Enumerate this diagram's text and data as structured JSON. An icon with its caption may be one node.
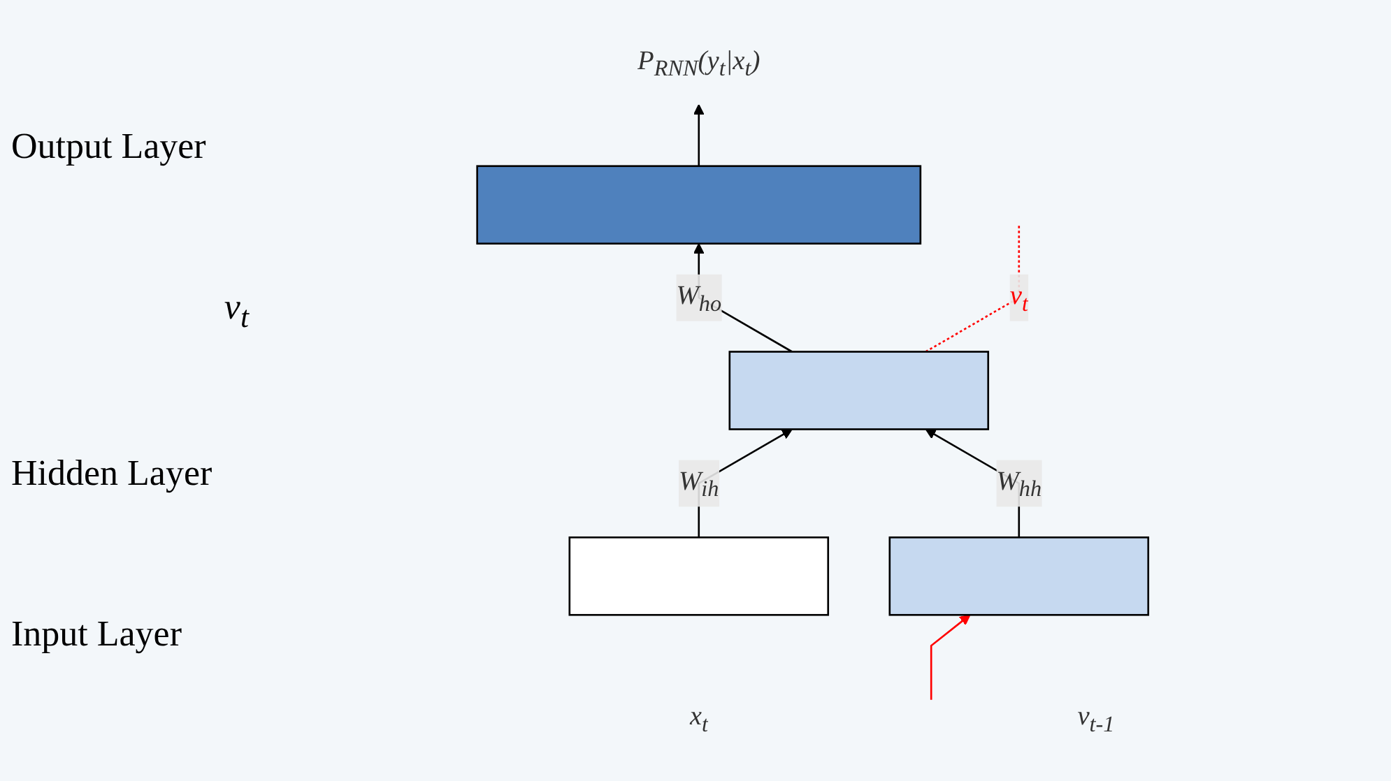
{
  "diagram": {
    "nodes": [
      {
        "text": [
          "P$_{RNN}$(y$_{t}$|x$_{t}$)"
        ]
      },
      {
        "text": [],
        "shape": "bar"
      },
      {
        "text": [],
        "shape": "bar"
      },
      {
        "text": [],
        "shape": "bar",
        "beside": [
          "x$_{t}$"
        ]
      },
      {
        "text": [],
        "shape": "bar",
        "beside": [
          "v$_{t-1}$"
        ]
      }
    ],
    "edges": [
      {
        "from": 1,
        "to": 0,
        "arrow": "to"
      },
      {
        "from": 2,
        "to": 1,
        "arrow": "to",
        "label": "W$_{ho}$"
      },
      {
        "from": 3,
        "to": 2,
        "arrow": "to",
        "label": "W$_{ih}$"
      },
      {
        "from": 4,
        "to": 2,
        "arrow": "to",
        "label": "W$_{hh}$"
      },
      {
        "from": 2,
        "to": null,
        "arrow": "none",
        "label": "v$_{t}$",
        "style": "dashed",
        "color": "#ff0000"
      },
      {
        "from": null,
        "to": 4,
        "arrow": "to",
        "color": "#ff0000"
      }
    ],
    "labels": [
      "Output Layer",
      "v$_{t}$",
      "Hidden Layer",
      "Input Layer"
    ]
  }
}
